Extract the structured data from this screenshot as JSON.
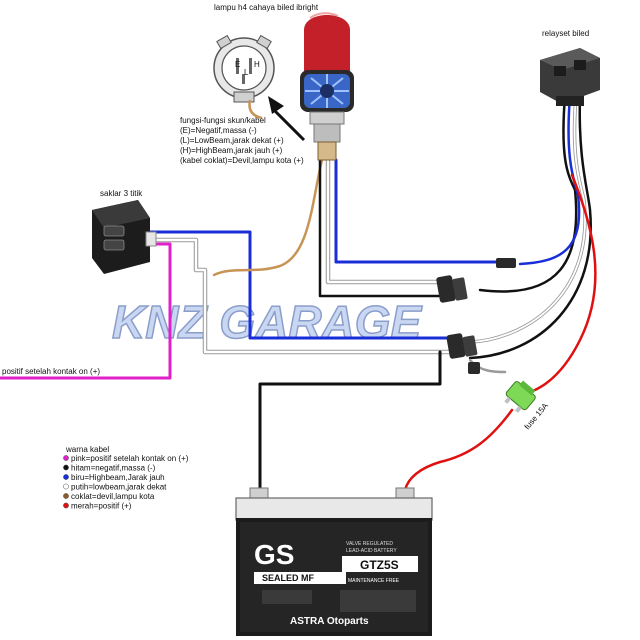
{
  "labels": {
    "headlamp": "lampu h4 cahaya biled ibright",
    "relay": "relayset biled",
    "switch": "saklar 3 titik",
    "fuse": "fuse 15A",
    "ignition": "positif setelah kontak on (+)"
  },
  "functions": {
    "title": "fungsi-fungsi skun/kabel",
    "lines": [
      "(E)=Negatif,massa (-)",
      "(L)=LowBeam,jarak dekat (+)",
      "(H)=HighBeam,jarak jauh (+)",
      "(kabel coklat)=Devil,lampu kota (+)"
    ]
  },
  "socket_letters": {
    "e": "E",
    "l": "L",
    "h": "H"
  },
  "watermark": "KNZ GARAGE",
  "legend": {
    "title": "warna kabel",
    "items": [
      {
        "color": "#e020c8",
        "text": "pink=positif setelah kontak on (+)"
      },
      {
        "color": "#111111",
        "text": "hitam=negatif,massa (-)"
      },
      {
        "color": "#1a2ed8",
        "text": "biru=Highbeam,Jarak jauh"
      },
      {
        "color": "#ffffff",
        "text": "putih=lowbeam,jarak dekat"
      },
      {
        "color": "#8b5a2b",
        "text": "coklat=devil,lampu kota"
      },
      {
        "color": "#e01010",
        "text": "merah=positif (+)"
      }
    ]
  },
  "battery": {
    "brand": "GS",
    "model": "GTZ5S",
    "type": "SEALED MF",
    "spec_line1": "VALVE REGULATED",
    "spec_line2": "LEAD-ACID BATTERY",
    "maintenance": "MAINTENANCE FREE",
    "maker": "ASTRA Otoparts"
  },
  "colors": {
    "pink": "#e020c8",
    "black": "#111111",
    "blue": "#1a2ed8",
    "white": "#ffffff",
    "brown": "#8b5a2b",
    "red": "#e01010",
    "fuse": "#7ed957"
  }
}
